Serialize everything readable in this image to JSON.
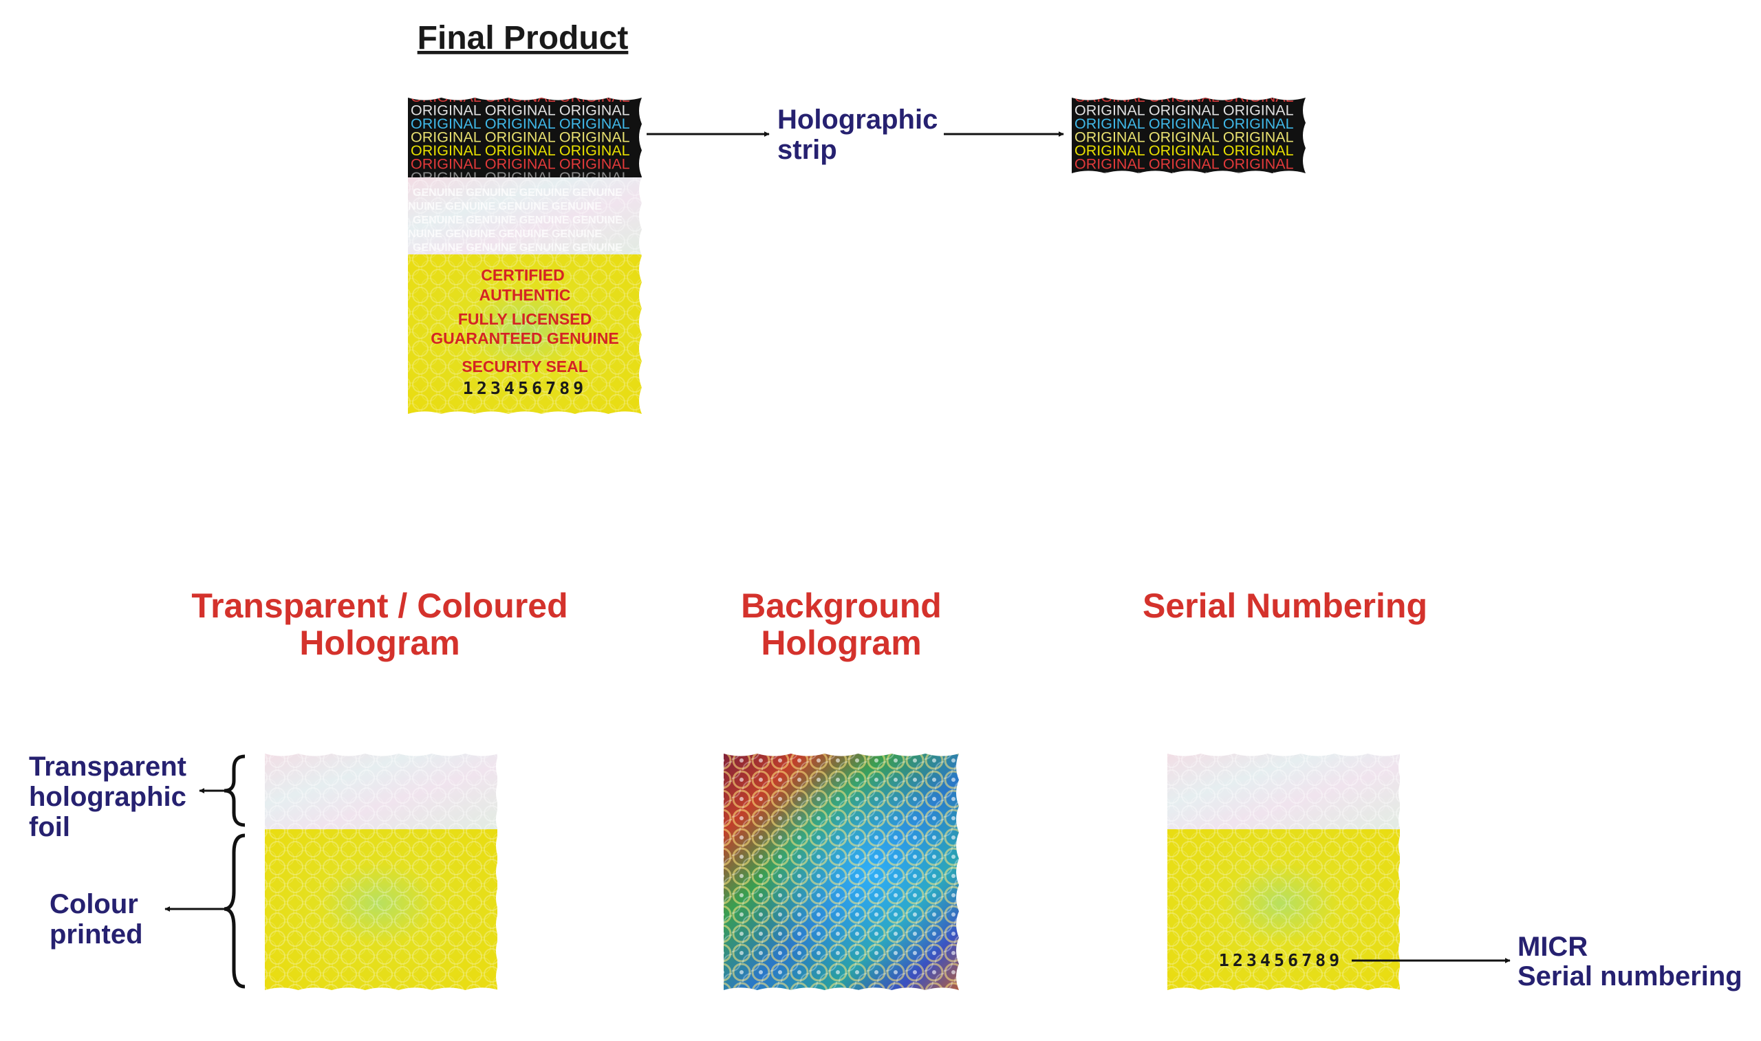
{
  "final_product": {
    "title": "Final Product",
    "holographic_strip_label": [
      "Holographic",
      "strip"
    ],
    "strip_text_rows": [
      "ORIGINAL ORIGINAL ORIGINAL",
      "ORIGINAL ORIGINAL ORIGINAL",
      "ORIGINAL ORIGINAL ORIGINAL",
      "ORIGINAL ORIGINAL ORIGINAL",
      "ORIGINAL ORIGINAL ORIGINAL",
      "ORIGINAL ORIGINAL ORIGINAL",
      "ORIGINAL ORIGINAL ORIGINAL"
    ],
    "strip_text_colors": [
      "#d63a3a",
      "#e0e0e0",
      "#40b8e8",
      "#e8e070",
      "#e8e000",
      "#e23a3a",
      "#8a8a8a"
    ],
    "genuine_text": "GENUINE GENUINE GENUINE GENUINE",
    "seal_lines": {
      "certified": "CERTIFIED",
      "authentic": "AUTHENTIC",
      "fully_licensed": "FULLY LICENSED",
      "guaranteed_genuine": "GUARANTEED GENUINE",
      "security_seal": "SECURITY SEAL",
      "serial": "123456789"
    }
  },
  "sections": {
    "transparent": {
      "title": [
        "Transparent / Coloured",
        "Hologram"
      ],
      "foil_label": [
        "Transparent",
        "holographic",
        "foil"
      ],
      "printed_label": [
        "Colour",
        "printed"
      ]
    },
    "background": {
      "title": [
        "Background",
        "Hologram"
      ]
    },
    "serial": {
      "title": "Serial Numbering",
      "serial_value": "123456789",
      "micr_label": [
        "MICR",
        "Serial numbering"
      ]
    }
  },
  "colors": {
    "label_blue": "#262170",
    "heading_red": "#d4322c",
    "hologram_yellow": "#e8de10",
    "strip_black": "#111111"
  }
}
